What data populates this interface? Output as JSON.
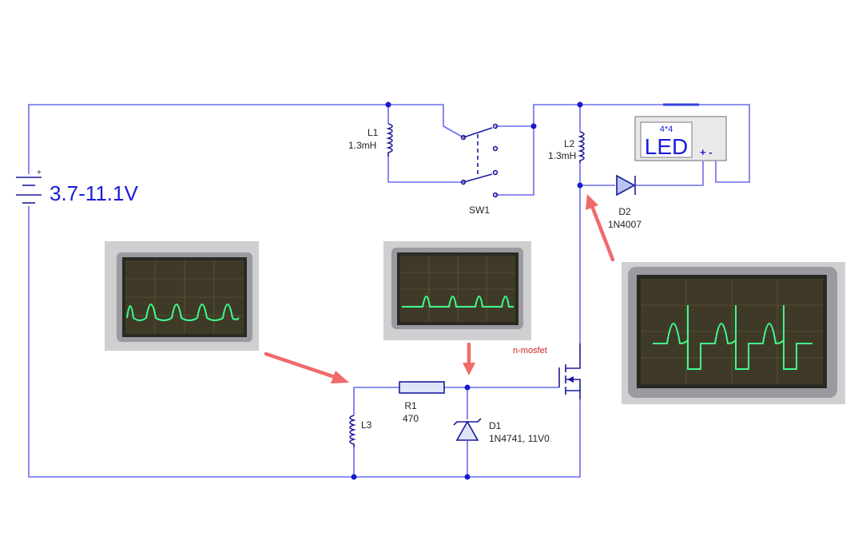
{
  "battery": {
    "label": "3.7-11.1V",
    "plus": "+"
  },
  "inductors": {
    "L1": {
      "name": "L1",
      "value": "1.3mH"
    },
    "L2": {
      "name": "L2",
      "value": "1.3mH"
    },
    "L3": {
      "name": "L3"
    }
  },
  "switch": {
    "name": "SW1"
  },
  "diode_d2": {
    "name": "D2",
    "part": "1N4007"
  },
  "diode_d1": {
    "name": "D1",
    "part": "1N4741, 11V0"
  },
  "resistor": {
    "name": "R1",
    "value": "470"
  },
  "mosfet": {
    "label": "n-mosfet",
    "label_color": "#cc2222"
  },
  "led": {
    "size": "4*4",
    "text": "LED",
    "terminals": "+ -"
  },
  "scopes": [
    {
      "id": "scope-left",
      "waveform": "rounded-peaks"
    },
    {
      "id": "scope-middle",
      "waveform": "sharp-peaks"
    },
    {
      "id": "scope-right",
      "waveform": "pulses-with-bumps"
    }
  ],
  "colors": {
    "wire": "#6b6bf0",
    "component": "#1a1a9a",
    "node": "#1a1acc",
    "annotation_arrow": "#f06a6a",
    "trace": "#3dff8a",
    "label_blue": "#1a1add"
  }
}
